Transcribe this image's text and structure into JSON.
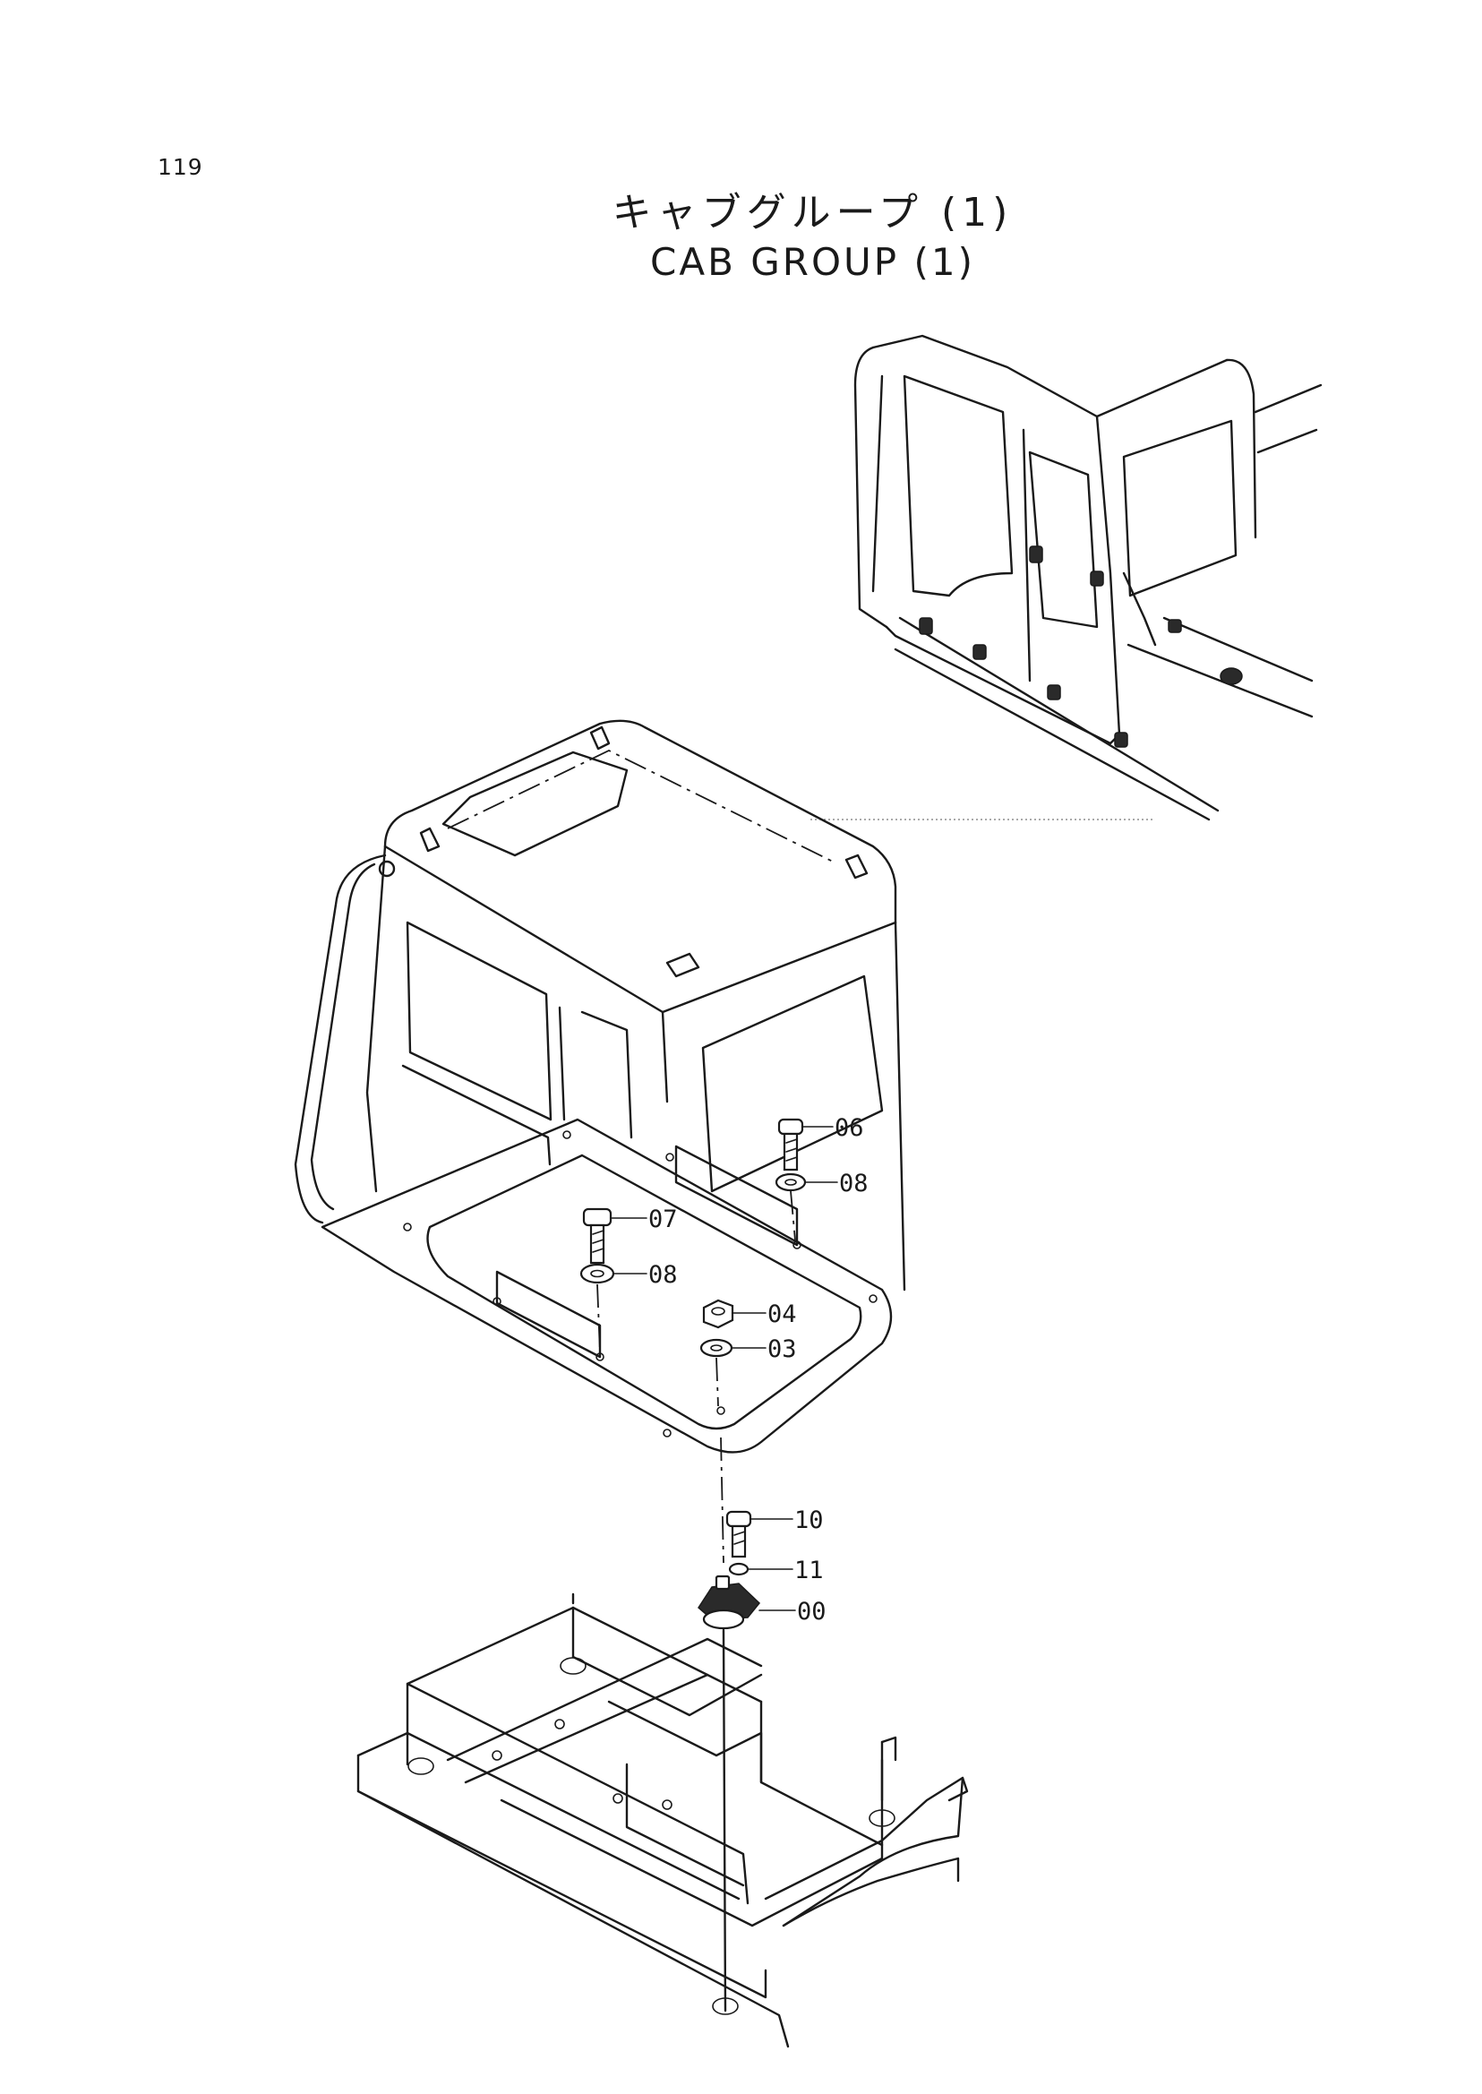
{
  "page": {
    "number": "119"
  },
  "title": {
    "japanese": "キャブグループ (1)",
    "english": "CAB GROUP (1)"
  },
  "callouts": [
    {
      "ref": "06"
    },
    {
      "ref": "08"
    },
    {
      "ref": "07"
    },
    {
      "ref": "08"
    },
    {
      "ref": "04"
    },
    {
      "ref": "03"
    },
    {
      "ref": "10"
    },
    {
      "ref": "11"
    },
    {
      "ref": "00"
    }
  ]
}
